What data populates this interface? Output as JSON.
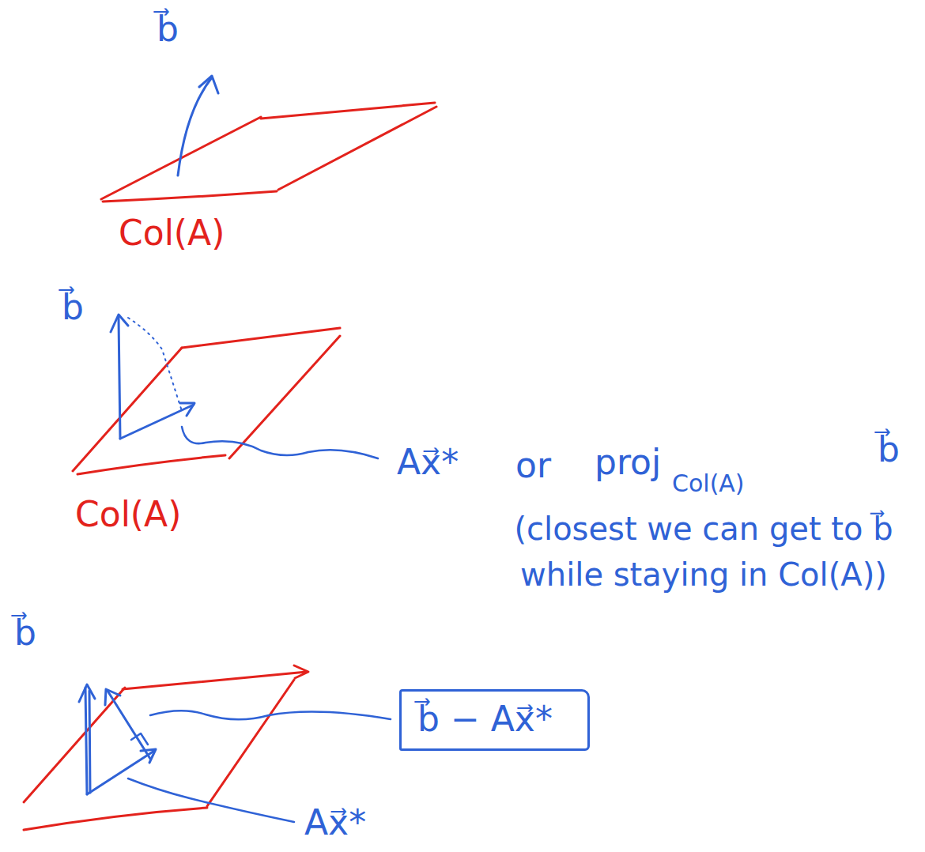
{
  "diagram": {
    "nodes": [
      {
        "text": [
          "b⃗ − Ax⃗*"
        ]
      }
    ],
    "labels": [
      "b⃗",
      "Col(A)",
      "b⃗",
      "Col(A)",
      "Ax⃗*",
      "or",
      "proj",
      "Col(A)",
      "b⃗",
      "(closest we can get to b⃗ while staying in Col(A))",
      "b⃗",
      "Ax⃗*"
    ]
  }
}
